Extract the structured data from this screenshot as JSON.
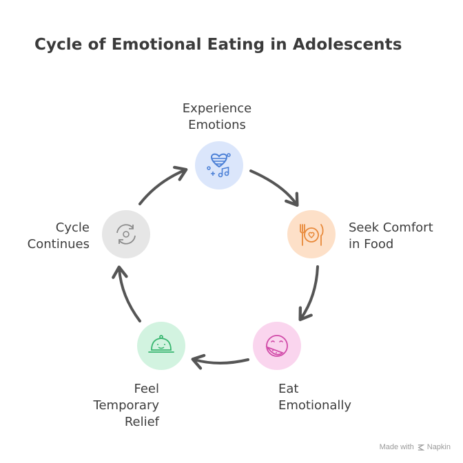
{
  "title": "Cycle of Emotional Eating in Adolescents",
  "steps": [
    {
      "line1": "Experience",
      "line2": "Emotions",
      "icon": "heart-music-icon",
      "color": "#dbe6fb",
      "stroke": "#4a7fd6"
    },
    {
      "line1": "Seek Comfort",
      "line2": "in Food",
      "icon": "plate-fork-knife-icon",
      "color": "#fde0c8",
      "stroke": "#e8893a"
    },
    {
      "line1": "Eat",
      "line2": "Emotionally",
      "icon": "eating-face-icon",
      "color": "#fad5ee",
      "stroke": "#d14aa8"
    },
    {
      "line1": "Feel",
      "line2": "Temporary",
      "line3": "Relief",
      "icon": "food-cloche-icon",
      "color": "#d2f3e0",
      "stroke": "#36b56e"
    },
    {
      "line1": "Cycle",
      "line2": "Continues",
      "icon": "cycle-arrows-icon",
      "color": "#e6e6e6",
      "stroke": "#8a8a8a"
    }
  ],
  "footer": {
    "made_with": "Made with",
    "brand": "Napkin"
  }
}
